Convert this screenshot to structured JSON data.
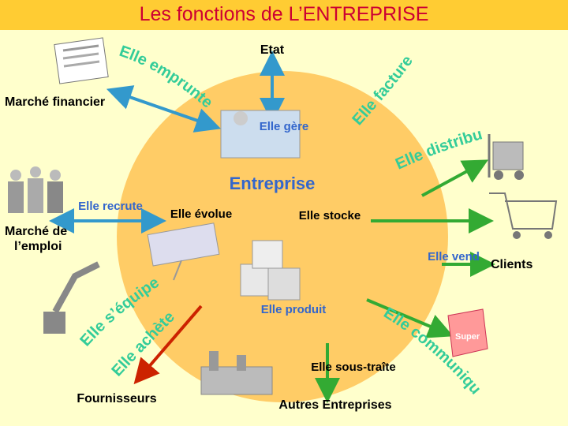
{
  "title": "Les fonctions de L’ENTREPRISE",
  "center": {
    "label": "Entreprise",
    "gere": "Elle gère",
    "recrute": "Elle recrute",
    "evolue": "Elle évolue",
    "stocke": "Elle stocke",
    "vend": "Elle vend",
    "produit": "Elle produit"
  },
  "nodes": {
    "etat": "Etat",
    "marche_financier": "Marché financier",
    "marche_emploi_line1": "Marché de",
    "marche_emploi_line2": "l’emploi",
    "clients": "Clients",
    "fournisseurs": "Fournisseurs",
    "autres_entreprises": "Autres Entreprises",
    "sous_traite": "Elle sous-traîte"
  },
  "arcs": {
    "emprunte": "Elle emprunte",
    "facture": "Elle facture",
    "distribue": "Elle distribue",
    "equipe": "Elle s’équipe",
    "achete": "Elle achète",
    "communique": "Elle communique"
  },
  "colors": {
    "title": "#cc0033",
    "background": "#ffffcc",
    "title_bar": "#ffcc33",
    "circle": "#ffcc66",
    "arrow_blue": "#3399cc",
    "arrow_green": "#33aa33",
    "arrow_red": "#cc2200",
    "arc_text": "#33cc99",
    "inner_text_blue": "#3366cc"
  },
  "icons": [
    "newspaper-icon",
    "people-icon",
    "forklift-icon",
    "cart-icon",
    "robot-arm-icon",
    "factory-icon",
    "office-worker-icon",
    "drafting-table-icon",
    "boxes-icon",
    "badge-icon"
  ]
}
